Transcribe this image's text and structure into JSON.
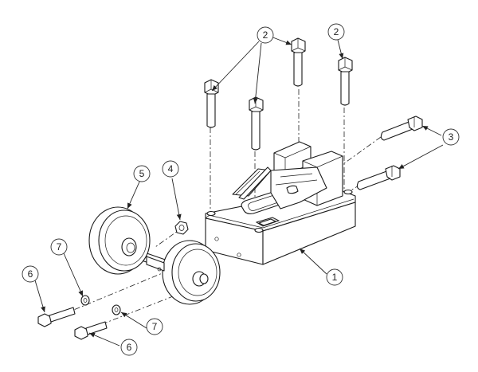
{
  "diagram": {
    "callouts": {
      "c1": "1",
      "c2a": "2",
      "c2b": "2",
      "c3": "3",
      "c4": "4",
      "c5": "5",
      "c6a": "6",
      "c6b": "6",
      "c7a": "7",
      "c7b": "7"
    }
  }
}
